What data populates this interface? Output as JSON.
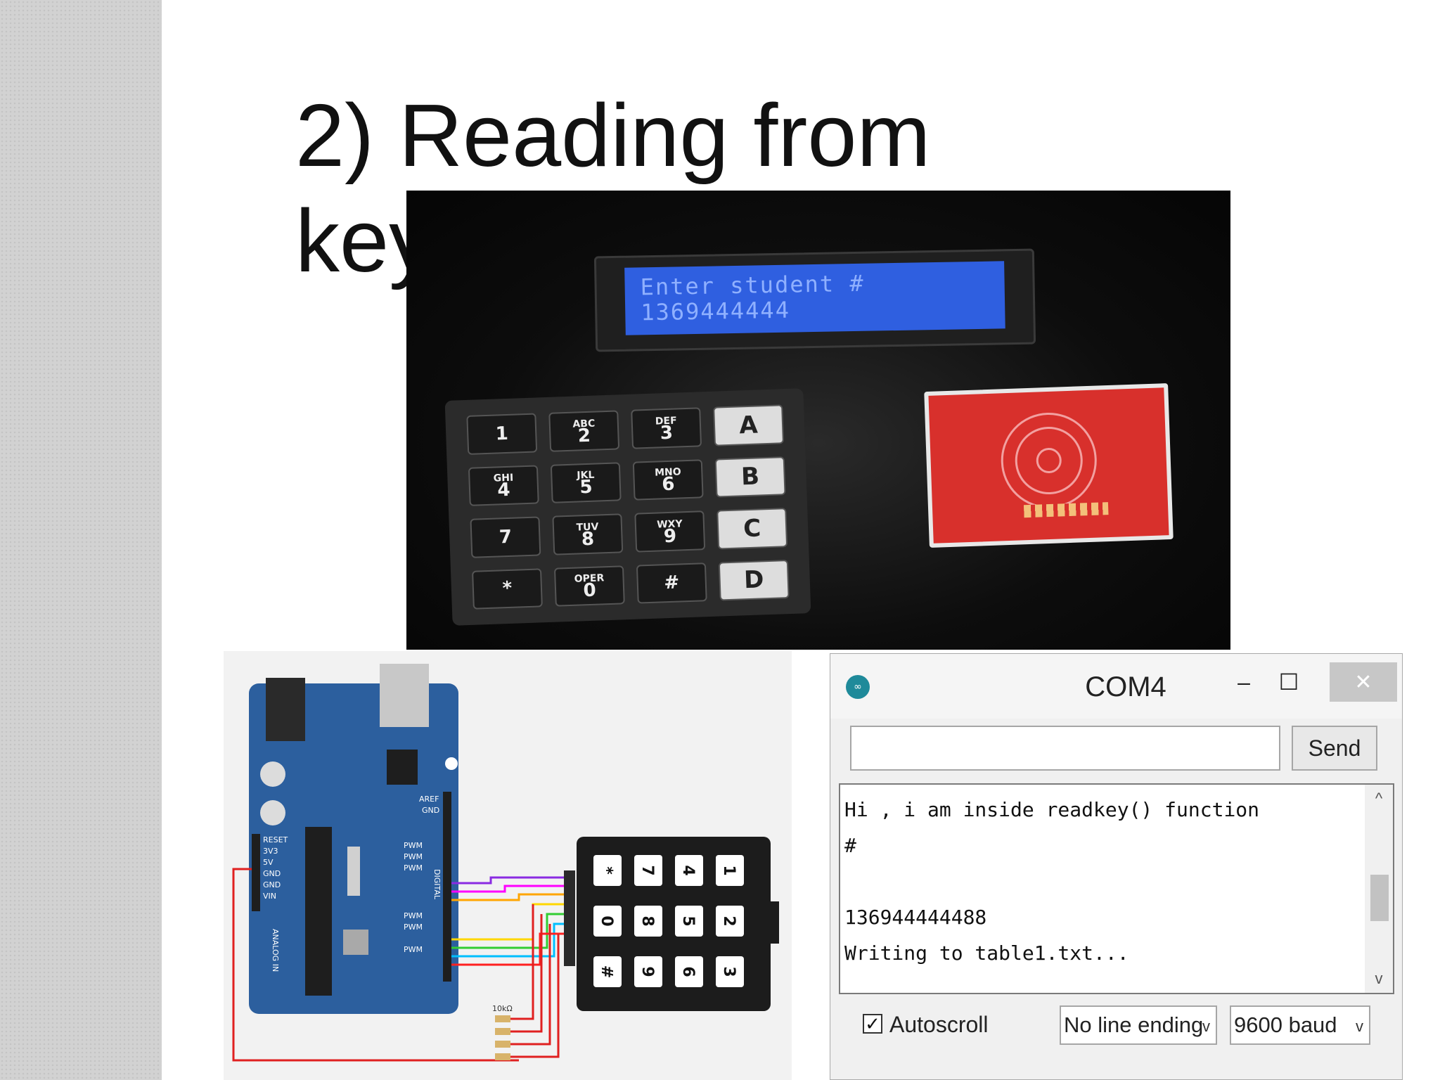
{
  "slide": {
    "title_line1": "2) Reading from",
    "title_line2": "key"
  },
  "device_photo": {
    "lcd_line1": "Enter student #",
    "lcd_line2": "1369444444",
    "lcd_color": "#2f5fe0",
    "keypad_keys": [
      {
        "main": "1",
        "sub": ""
      },
      {
        "main": "2",
        "sub": "ABC"
      },
      {
        "main": "3",
        "sub": "DEF"
      },
      {
        "main": "A",
        "sub": ""
      },
      {
        "main": "4",
        "sub": "GHI"
      },
      {
        "main": "5",
        "sub": "JKL"
      },
      {
        "main": "6",
        "sub": "MNO"
      },
      {
        "main": "B",
        "sub": ""
      },
      {
        "main": "7",
        "sub": ""
      },
      {
        "main": "8",
        "sub": "TUV"
      },
      {
        "main": "9",
        "sub": "WXY"
      },
      {
        "main": "C",
        "sub": ""
      },
      {
        "main": "*",
        "sub": ""
      },
      {
        "main": "0",
        "sub": "OPER"
      },
      {
        "main": "#",
        "sub": ""
      },
      {
        "main": "D",
        "sub": ""
      }
    ],
    "rfid_color": "#d8302c"
  },
  "circuit": {
    "board_color": "#2c5f9e",
    "resistor_label": "10kΩ",
    "keypad_keys": [
      "*",
      "7",
      "4",
      "1",
      "0",
      "8",
      "5",
      "2",
      "#",
      "9",
      "6",
      "3"
    ],
    "pin_labels_left": [
      "RESET",
      "3V3",
      "5V",
      "GND",
      "GND",
      "VIN"
    ],
    "pin_labels_right": [
      "AREF",
      "GND",
      "PWM",
      "PWM",
      "PWM",
      "PWM",
      "PWM",
      "PWM"
    ],
    "side_labels": [
      "ANALOG IN",
      "DIGITAL"
    ],
    "wire_colors": [
      "#8a2be2",
      "#ff00ff",
      "#ffa500",
      "#ffd700",
      "#32cd32",
      "#00bfff",
      "#ff2020"
    ]
  },
  "serial_monitor": {
    "title": "COM4",
    "icon": "arduino-icon",
    "minimize": "–",
    "maximize": "☐",
    "close": "✕",
    "send_label": "Send",
    "input_value": "",
    "output_lines": [
      "Hi , i am inside readkey() function",
      "#",
      "",
      "136944444488",
      "Writing to table1.txt..."
    ],
    "autoscroll_label": "Autoscroll",
    "autoscroll_checked": true,
    "line_ending": "No line ending",
    "baud": "9600 baud"
  }
}
